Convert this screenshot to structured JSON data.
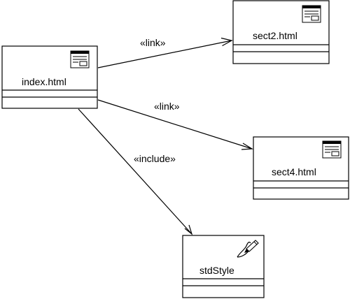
{
  "diagram": {
    "nodes": [
      {
        "id": "index",
        "label": "index.html",
        "icon": "webpage-icon"
      },
      {
        "id": "sect2",
        "label": "sect2.html",
        "icon": "webpage-icon"
      },
      {
        "id": "sect4",
        "label": "sect4.html",
        "icon": "webpage-icon"
      },
      {
        "id": "stdstyle",
        "label": "stdStyle",
        "icon": "stylesheet-pen-icon"
      }
    ],
    "edges": [
      {
        "from": "index",
        "to": "sect2",
        "label": "«link»"
      },
      {
        "from": "index",
        "to": "sect4",
        "label": "«link»"
      },
      {
        "from": "index",
        "to": "stdstyle",
        "label": "«include»"
      }
    ]
  }
}
